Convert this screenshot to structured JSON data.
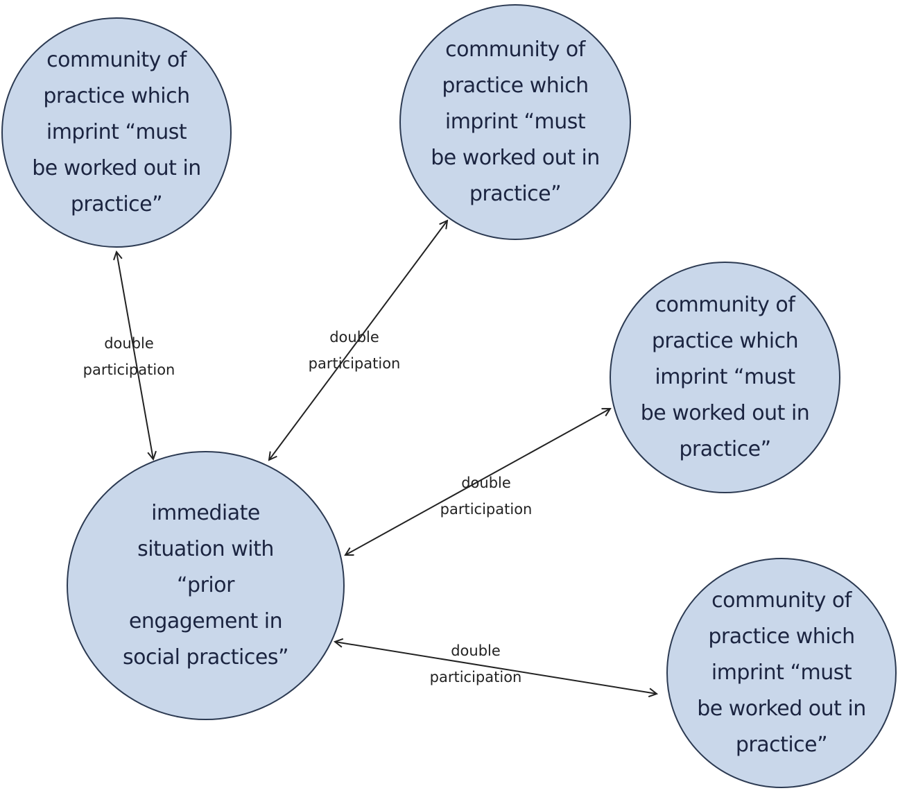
{
  "nodes": [
    {
      "id": "top-left",
      "text": "community of\npractice which\nimprint “must\nbe worked out in\npractice”"
    },
    {
      "id": "top-middle",
      "text": "community of\npractice which\nimprint “must\nbe worked out in\npractice”"
    },
    {
      "id": "right-middle",
      "text": "community of\npractice which\nimprint “must\nbe worked out in\npractice”"
    },
    {
      "id": "bottom-right",
      "text": "community of\npractice which\nimprint “must\nbe worked out in\npractice”"
    },
    {
      "id": "center",
      "text": "immediate\nsituation with\n“prior\nengagement in\nsocial practices”"
    }
  ],
  "edges": [
    {
      "label": "double\nparticipation"
    },
    {
      "label": "double\nparticipation"
    },
    {
      "label": "double\nparticipation"
    },
    {
      "label": "double\nparticipation"
    }
  ],
  "colors": {
    "node_fill": "#c9d7ea",
    "node_stroke": "#2c3a52",
    "text": "#1b2440",
    "arrow": "#222222"
  }
}
